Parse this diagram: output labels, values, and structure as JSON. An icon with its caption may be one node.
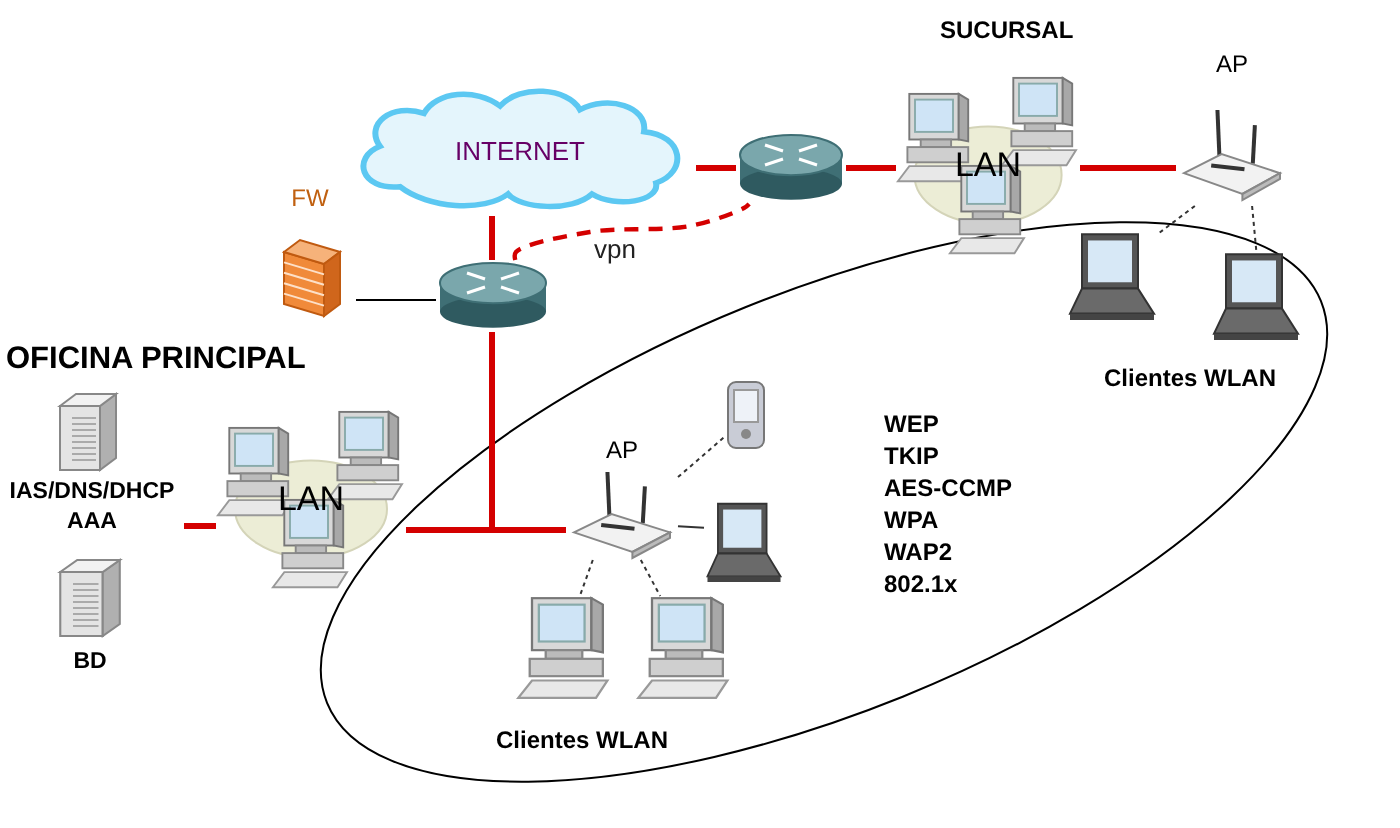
{
  "diagram": {
    "nodes": [
      {
        "text": [
          "INTERNET"
        ]
      },
      {
        "text": [
          "FW"
        ]
      },
      {
        "text": [],
        "shape": "picture"
      },
      {
        "text": [],
        "shape": "picture"
      },
      {
        "text": [
          "LAN"
        ]
      },
      {
        "text": [
          "AP"
        ]
      },
      {
        "text": [],
        "shape": "picture"
      },
      {
        "text": [],
        "shape": "picture"
      },
      {
        "text": [
          "IAS/DNS/DHCP AAA"
        ]
      },
      {
        "text": [
          "BD"
        ]
      },
      {
        "text": [
          "LAN"
        ]
      },
      {
        "text": [
          "AP"
        ]
      },
      {
        "text": [],
        "shape": "picture"
      },
      {
        "text": [],
        "shape": "picture"
      },
      {
        "text": [],
        "shape": "picture"
      },
      {
        "text": [],
        "shape": "picture"
      }
    ],
    "edges": [
      {
        "from": 2,
        "to": 0,
        "arrow": "none"
      },
      {
        "from": 1,
        "to": 2,
        "arrow": "none",
        "color": "#000000"
      },
      {
        "from": 0,
        "to": 3,
        "arrow": "none"
      },
      {
        "from": 3,
        "to": 4,
        "arrow": "none"
      },
      {
        "from": 4,
        "to": 5,
        "arrow": "none"
      },
      {
        "from": 2,
        "to": 10,
        "arrow": "none"
      },
      {
        "from": 2,
        "to": 11,
        "arrow": "none"
      },
      {
        "from": 8,
        "to": 10,
        "arrow": "none"
      },
      {
        "from": 2,
        "to": 3,
        "arrow": "none",
        "label": "vpn",
        "style": "dashed"
      },
      {
        "from": 5,
        "to": 6,
        "arrow": "none",
        "style": "dashed",
        "color": "#333333"
      },
      {
        "from": 5,
        "to": 7,
        "arrow": "none",
        "style": "dashed",
        "color": "#333333"
      },
      {
        "from": 11,
        "to": 12,
        "arrow": "none",
        "style": "dashed",
        "color": "#333333"
      },
      {
        "from": 11,
        "to": 13,
        "arrow": "none",
        "color": "#333333"
      },
      {
        "from": 11,
        "to": 14,
        "arrow": "none",
        "style": "dashed",
        "color": "#333333"
      },
      {
        "from": 11,
        "to": 15,
        "arrow": "none",
        "style": "dashed",
        "color": "#333333"
      }
    ],
    "labels": [
      "SUCURSAL",
      "OFICINA PRINCIPAL",
      "Clientes WLAN",
      "WEP",
      "TKIP",
      "AES-CCMP",
      "WPA",
      "WAP2",
      "802.1x",
      "Clientes WLAN"
    ]
  }
}
